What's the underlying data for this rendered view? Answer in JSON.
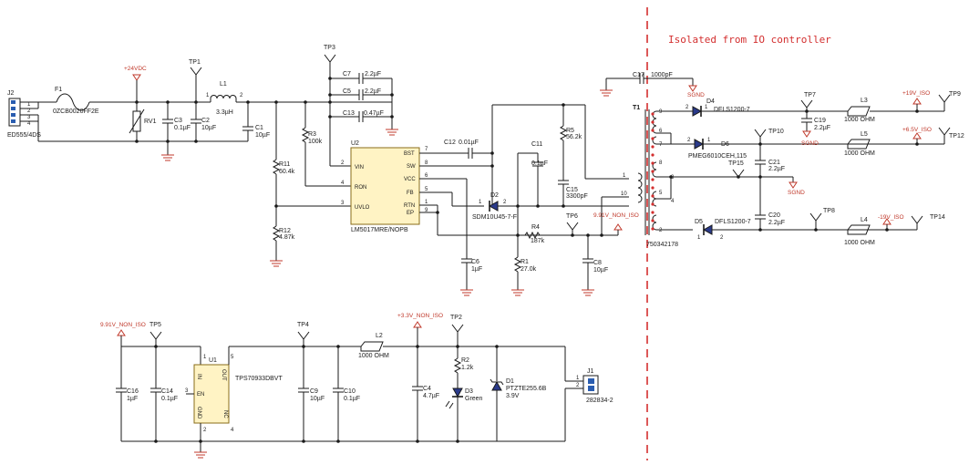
{
  "isolation_note": "Isolated from IO controller",
  "colors": {
    "wire": "#1a1a1a",
    "power": "#c0392b",
    "isolation": "#d32f2f",
    "ic_fill": "#fff3c4"
  },
  "power_labels": {
    "v24": "+24VDC",
    "v19": "+19V_ISO",
    "v65": "+6.5V_ISO",
    "vm19": "-19V_ISO",
    "v991a": "9.91V_NON_ISO",
    "v991b": "9.91V_NON_ISO",
    "v33": "+3.3V_NON_ISO",
    "sgnd1": "SGND",
    "sgnd2": "SGND",
    "sgnd3": "SGND"
  },
  "testpoints": {
    "tp1": "TP1",
    "tp2": "TP2",
    "tp3": "TP3",
    "tp4": "TP4",
    "tp5": "TP5",
    "tp6": "TP6",
    "tp7": "TP7",
    "tp8": "TP8",
    "tp9": "TP9",
    "tp10": "TP10",
    "tp12": "TP12",
    "tp14": "TP14",
    "tp15": "TP15"
  },
  "connectors": {
    "j2_ref": "J2",
    "j2_part": "ED555/4DS",
    "j1_ref": "J1",
    "j1_part": "282834-2"
  },
  "fuse": {
    "ref": "F1",
    "part": "0ZCB0020FF2E"
  },
  "varistor": {
    "ref": "RV1"
  },
  "inductor": {
    "ref": "L1",
    "value": "3.3µH"
  },
  "ferrites": {
    "l2_ref": "L2",
    "l2_val": "1000 OHM",
    "l3_ref": "L3",
    "l3_val": "1000 OHM",
    "l4_ref": "L4",
    "l4_val": "1000 OHM",
    "l5_ref": "L5",
    "l5_val": "1000 OHM"
  },
  "capacitors": {
    "c1_ref": "C1",
    "c1_val": "10µF",
    "c2_ref": "C2",
    "c2_val": "10µF",
    "c3_ref": "C3",
    "c3_val": "0.1µF",
    "c4_ref": "C4",
    "c4_val": "4.7µF",
    "c5_ref": "C5",
    "c5_val": "2.2µF",
    "c6_ref": "C6",
    "c6_val": "1µF",
    "c7_ref": "C7",
    "c7_val": "2.2µF",
    "c8_ref": "C8",
    "c8_val": "10µF",
    "c9_ref": "C9",
    "c9_val": "10µF",
    "c10_ref": "C10",
    "c10_val": "0.1µF",
    "c11_ref": "C11",
    "c11_val": "0.1µF",
    "c12_ref": "C12",
    "c12_val": "0.01µF",
    "c13_ref": "C13",
    "c13_val": "0.47µF",
    "c14_ref": "C14",
    "c14_val": "0.1µF",
    "c15_ref": "C15",
    "c15_val": "3300pF",
    "c16_ref": "C16",
    "c16_val": "1µF",
    "c17_ref": "C17",
    "c17_val": "1000pF",
    "c19_ref": "C19",
    "c19_val": "2.2µF",
    "c20_ref": "C20",
    "c20_val": "2.2µF",
    "c21_ref": "C21",
    "c21_val": "2.2µF"
  },
  "resistors": {
    "r1_ref": "R1",
    "r1_val": "27.0k",
    "r2_ref": "R2",
    "r2_val": "1.2k",
    "r3_ref": "R3",
    "r3_val": "100k",
    "r4_ref": "R4",
    "r4_val": "187k",
    "r5_ref": "R5",
    "r5_val": "56.2k",
    "r11_ref": "R11",
    "r11_val": "60.4k",
    "r12_ref": "R12",
    "r12_val": "4.87k"
  },
  "diodes": {
    "d1_ref": "D1",
    "d1_part": "PTZTE255.6B",
    "d1_val": "3.9V",
    "d2_ref": "D2",
    "d2_part": "SDM10U45-7-F",
    "d3_ref": "D3",
    "d3_val": "Green",
    "d4_ref": "D4",
    "d4_part": "DFLS1200-7",
    "d5_ref": "D5",
    "d5_part": "DFLS1200-7",
    "d6_ref": "D6",
    "d6_part": "PMEG6010CEH,115"
  },
  "transformer": {
    "ref": "T1",
    "part": "750342178"
  },
  "u2": {
    "ref": "U2",
    "part": "LM5017MRE/NOPB",
    "vin": "VIN",
    "ron": "RON",
    "uvlo": "UVLO",
    "bst": "BST",
    "sw": "SW",
    "vcc": "VCC",
    "fb": "FB",
    "rtn": "RTN",
    "ep": "EP"
  },
  "u1": {
    "ref": "U1",
    "part": "TPS70933DBVT",
    "in": "IN",
    "en": "EN",
    "gnd": "GND",
    "out": "OUT",
    "nc": "NC"
  },
  "pins": {
    "j2": [
      "1",
      "2",
      "3",
      "4"
    ],
    "l1": [
      "1",
      "2"
    ],
    "u2_left": [
      "2",
      "4",
      "3"
    ],
    "u2_right": [
      "7",
      "8",
      "6",
      "5",
      "1",
      "9"
    ],
    "u1_left": [
      "1",
      "3",
      "2"
    ],
    "u1_right": [
      "5",
      "4"
    ],
    "t1_left": [
      "9",
      "6",
      "7",
      "1",
      "10"
    ],
    "t1_right": [
      "8",
      "3",
      "5",
      "4",
      "2"
    ],
    "d2": [
      "1",
      "2"
    ],
    "d4": [
      "2",
      "1"
    ],
    "d5": [
      "1",
      "2"
    ],
    "d6": [
      "2",
      "1"
    ],
    "j1": [
      "1",
      "2"
    ]
  }
}
